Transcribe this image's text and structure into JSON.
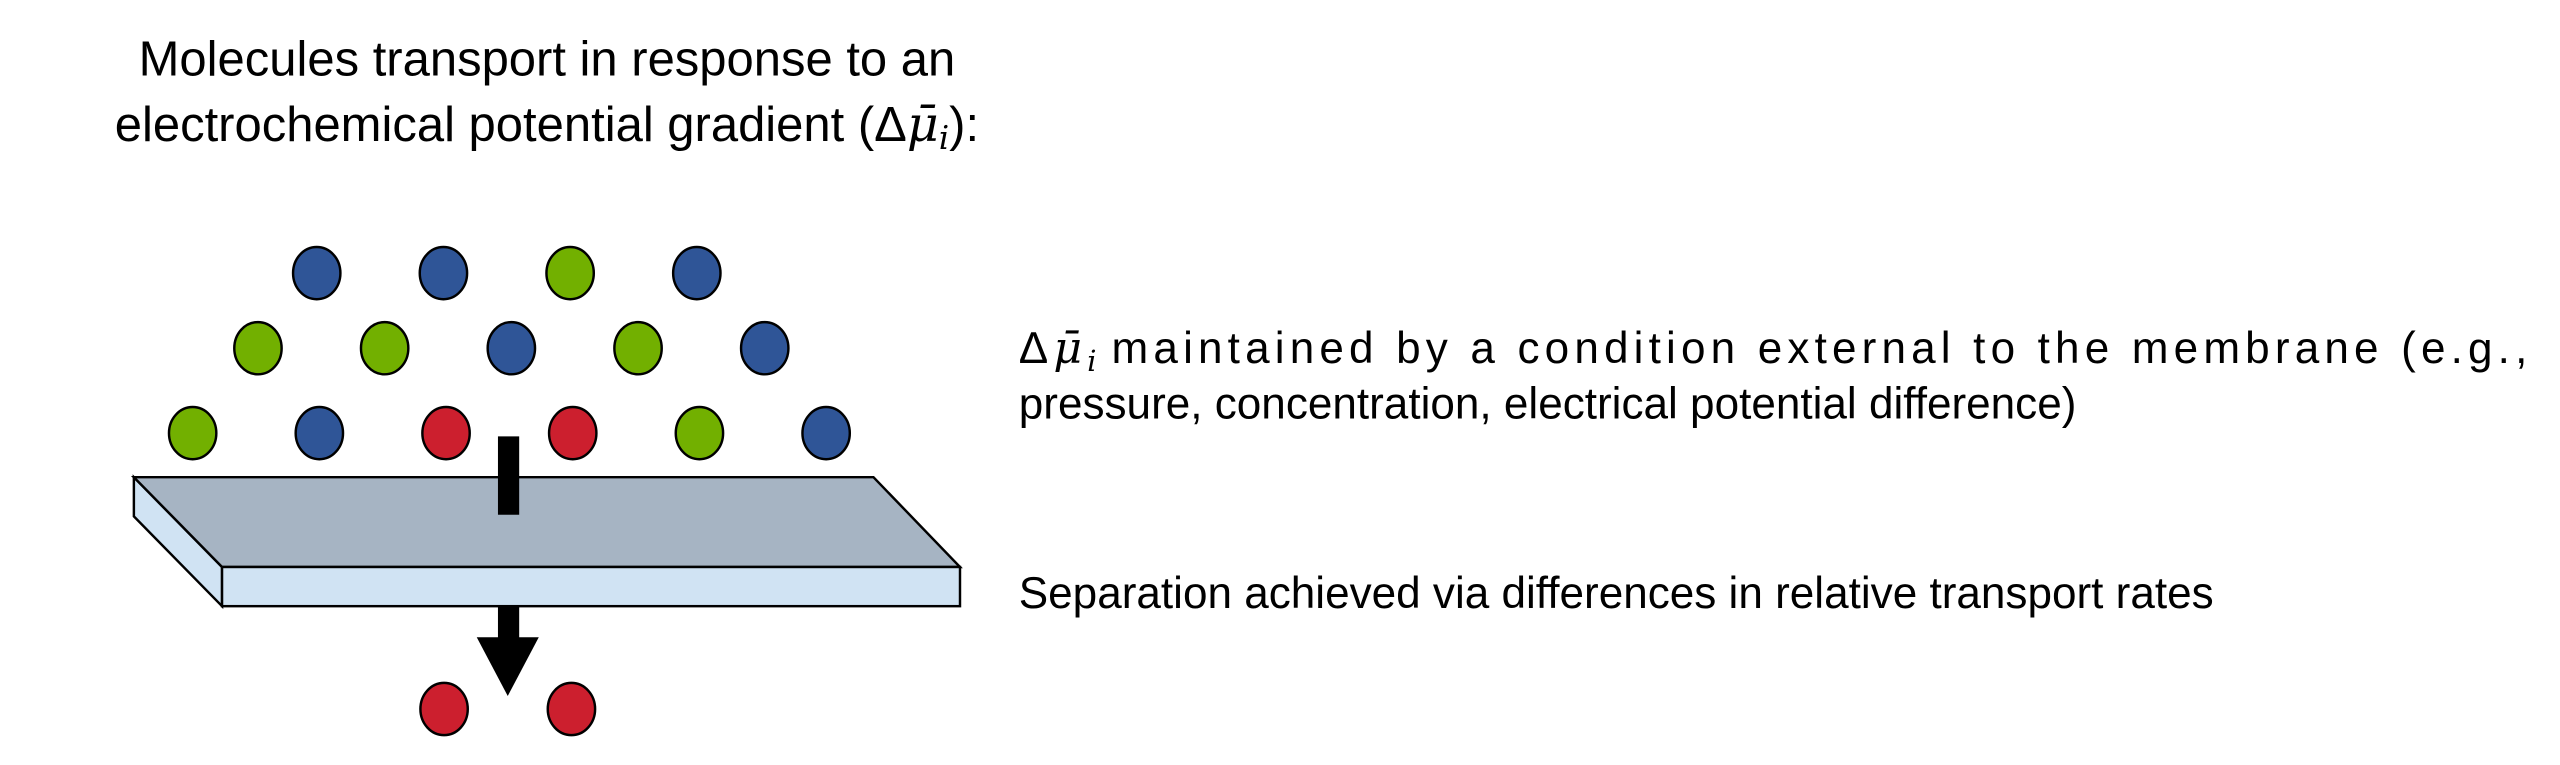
{
  "title": {
    "line1": "Molecules transport in response to an",
    "line2": "electrochemical potential gradient (",
    "symbol_delta": "Δ",
    "symbol_mu": "μ̄",
    "symbol_sub": "i",
    "line2_end": "):"
  },
  "statements": {
    "first_line1": "maintained by a condition external to the membrane (e.g.,",
    "first_line2": "pressure, concentration, electrical potential difference)",
    "second": "Separation achieved via differences in relative transport rates"
  },
  "colors": {
    "blue": "#2F5597",
    "green": "#72B000",
    "red": "#CC1F2E",
    "membrane_top": "#A6B4C3",
    "membrane_side": "#D0E3F3"
  },
  "molecules": {
    "feed_rows": [
      [
        "blue",
        "blue",
        "green",
        "blue"
      ],
      [
        "green",
        "green",
        "blue",
        "green",
        "blue"
      ],
      [
        "green",
        "blue",
        "red",
        "red",
        "green",
        "blue"
      ]
    ],
    "permeate": [
      "red",
      "red"
    ]
  }
}
